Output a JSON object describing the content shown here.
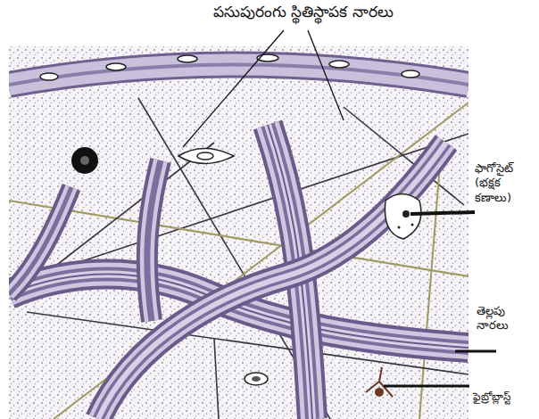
{
  "diagram": {
    "labels": [
      "పసుపురంగు స్థితిస్థాపక నారలు",
      "ఫాగోసైట్ (భక్షక కణాలు)",
      "తెల్లపు నారలు",
      "ఫైబ్రోబ్లాస్ట్"
    ]
  }
}
